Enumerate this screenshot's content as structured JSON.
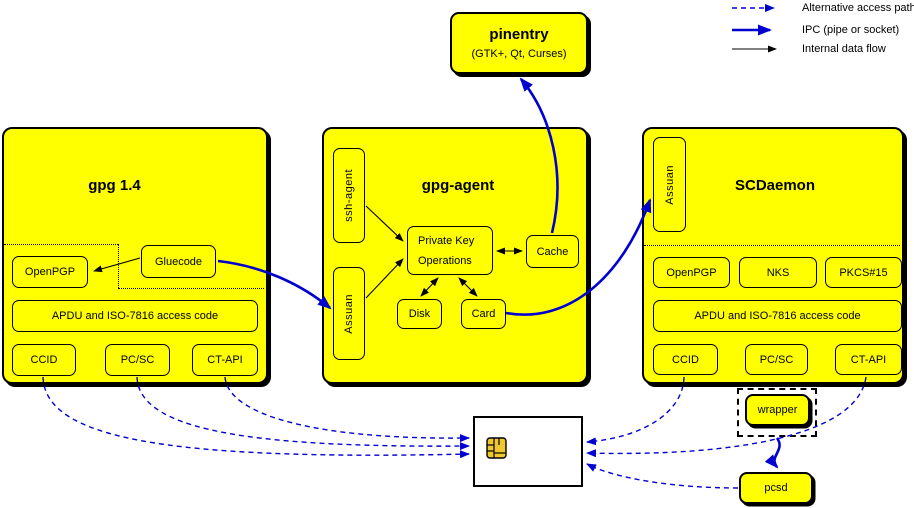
{
  "colors": {
    "box_yellow": "#ffff00",
    "ipc_blue": "#0000d0",
    "line_black": "#000000",
    "chip_gold": "#eec82e"
  },
  "legend": {
    "items": [
      {
        "label": "Alternative access paths",
        "line": "dashed-blue-arrow"
      },
      {
        "label": "IPC (pipe or socket)",
        "line": "solid-blue-arrow"
      },
      {
        "label": "Internal data flow",
        "line": "solid-black-arrow"
      }
    ]
  },
  "pinentry": {
    "title": "pinentry",
    "subtitle": "(GTK+, Qt, Curses)"
  },
  "gpg14": {
    "title": "gpg 1.4",
    "openpgp": "OpenPGP",
    "gluecode": "Gluecode",
    "apdu": "APDU and ISO-7816 access code",
    "ccid": "CCID",
    "pcsc": "PC/SC",
    "ctapi": "CT-API"
  },
  "gpg_agent": {
    "title": "gpg-agent",
    "ssh_agent": "ssh-agent",
    "assuan": "Assuan",
    "pko_lines": [
      "Private Key",
      "Operations"
    ],
    "cache": "Cache",
    "disk": "Disk",
    "card": "Card"
  },
  "scdaemon": {
    "title": "SCDaemon",
    "assuan": "Assuan",
    "openpgp": "OpenPGP",
    "nks": "NKS",
    "pkcs15": "PKCS#15",
    "apdu": "APDU and ISO-7816 access code",
    "ccid": "CCID",
    "pcsc": "PC/SC",
    "ctapi": "CT-API"
  },
  "wrapper": {
    "label": "wrapper"
  },
  "pcsd": {
    "label": "pcsd"
  }
}
